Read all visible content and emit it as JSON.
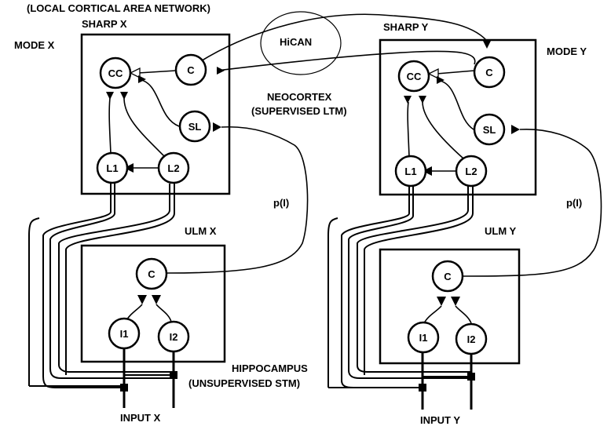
{
  "header": {
    "network_label": "(LOCAL CORTICAL AREA NETWORK)"
  },
  "labels": {
    "sharp_x": "SHARP X",
    "sharp_y": "SHARP Y",
    "mode_x": "MODE X",
    "mode_y": "MODE Y",
    "hican": "HiCAN",
    "neocortex": "NEOCORTEX",
    "supervised": "(SUPERVISED LTM)",
    "ulm_x": "ULM X",
    "ulm_y": "ULM Y",
    "p_left": "p(I)",
    "p_right": "p(I)",
    "hippocampus": "HIPPOCAMPUS",
    "unsupervised": "(UNSUPERVISED STM)",
    "input_x": "INPUT X",
    "input_y": "INPUT Y"
  },
  "nodes": {
    "cc": "CC",
    "c": "C",
    "sl": "SL",
    "l1": "L1",
    "l2": "L2",
    "i1": "I1",
    "i2": "I2"
  }
}
